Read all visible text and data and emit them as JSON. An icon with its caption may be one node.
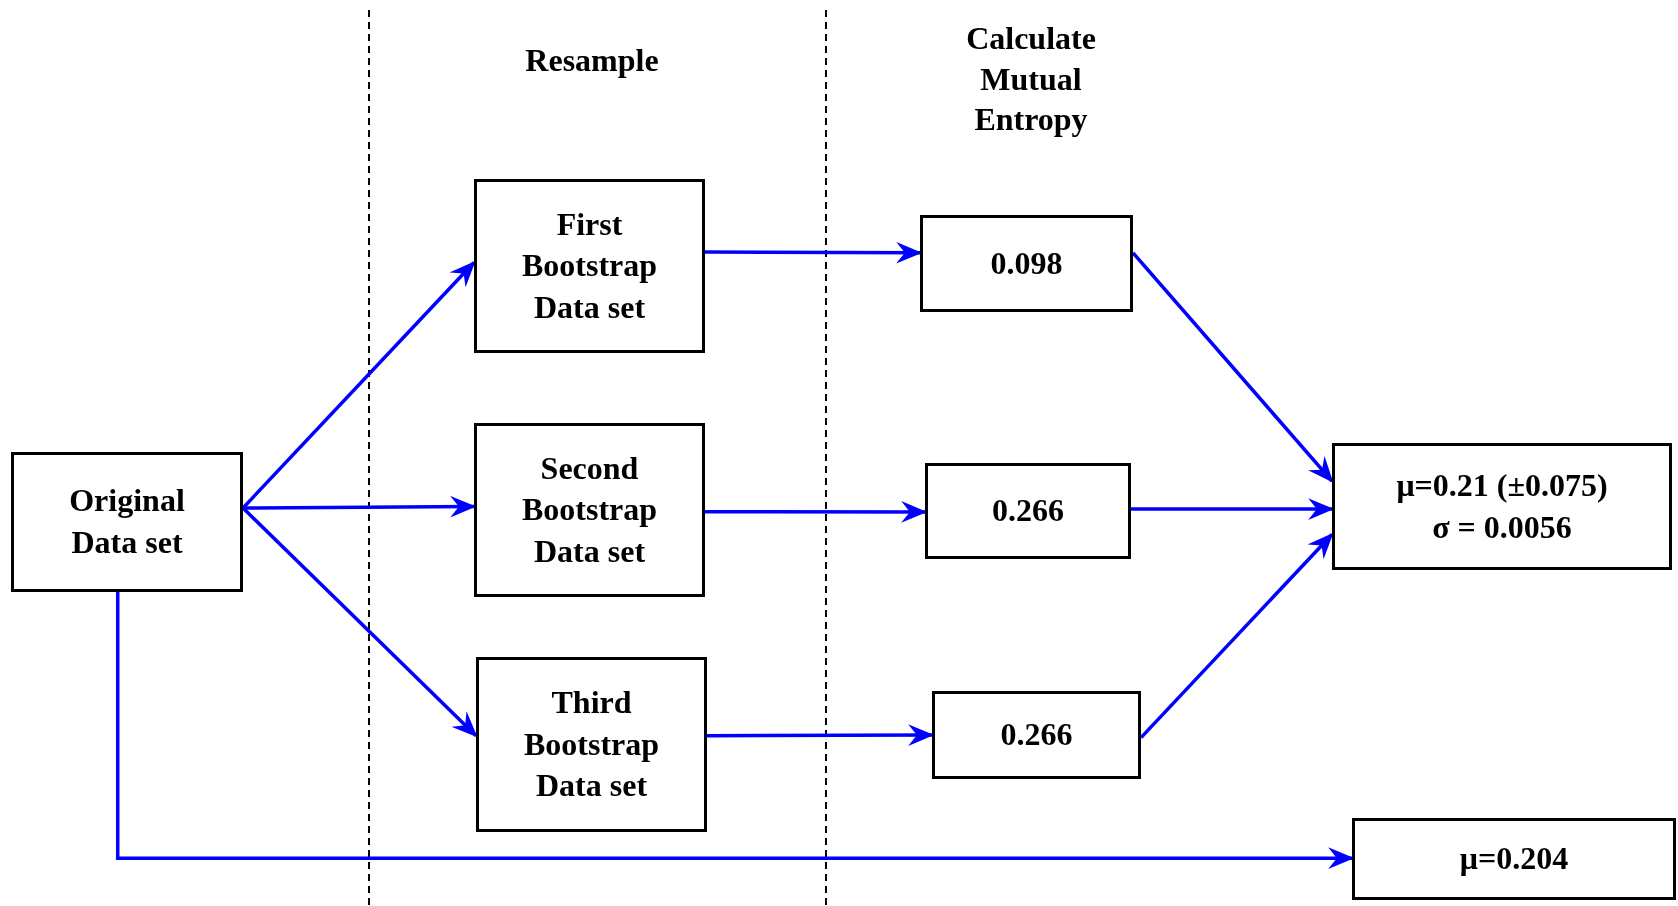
{
  "diagram": {
    "nodes": [
      {
        "text": [
          "Original Data set"
        ]
      },
      {
        "text": [
          "First Bootstrap Data set"
        ]
      },
      {
        "text": [
          "Second Bootstrap Data set"
        ]
      },
      {
        "text": [
          "Third Bootstrap Data set"
        ]
      },
      {
        "text": [
          "0.098"
        ]
      },
      {
        "text": [
          "0.266"
        ]
      },
      {
        "text": [
          "0.266"
        ]
      },
      {
        "text": [
          "μ=0.21 (±0.075)",
          "σ = 0.0056"
        ]
      },
      {
        "text": [
          "μ=0.204"
        ]
      }
    ],
    "edges": [
      {
        "from": 0,
        "to": 1,
        "arrow": "to"
      },
      {
        "from": 0,
        "to": 2,
        "arrow": "to"
      },
      {
        "from": 0,
        "to": 3,
        "arrow": "to"
      },
      {
        "from": 1,
        "to": 4,
        "arrow": "to"
      },
      {
        "from": 2,
        "to": 5,
        "arrow": "to"
      },
      {
        "from": 3,
        "to": 6,
        "arrow": "to"
      },
      {
        "from": 4,
        "to": 7,
        "arrow": "to"
      },
      {
        "from": 5,
        "to": 7,
        "arrow": "to"
      },
      {
        "from": 6,
        "to": 7,
        "arrow": "to"
      },
      {
        "from": 0,
        "to": 8,
        "arrow": "to"
      }
    ],
    "labels": [
      "Resample",
      "Calculate Mutual Entropy"
    ]
  }
}
